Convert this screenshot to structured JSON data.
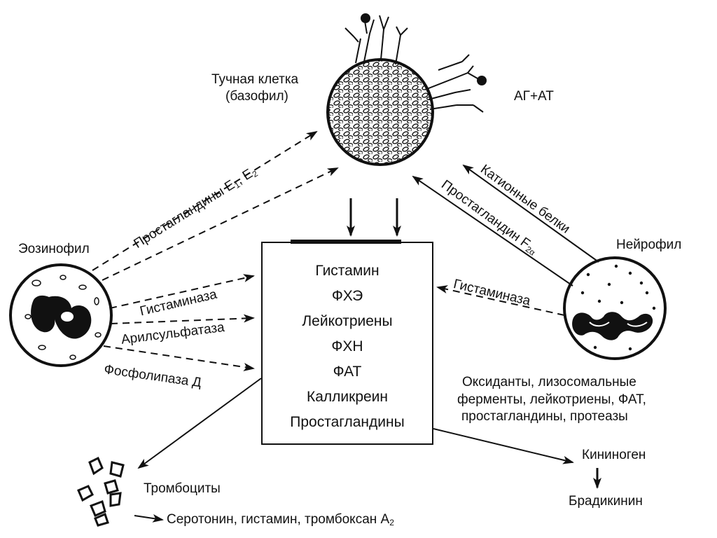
{
  "mast_cell": {
    "title": "Тучная клетка",
    "subtitle": "(базофил)"
  },
  "antigen_antibody": "АГ+АТ",
  "eosinophil": {
    "title": "Эозинофил"
  },
  "neutrophil": {
    "title": "Нейрофил"
  },
  "center_box": {
    "items": [
      "Гистамин",
      "ФХЭ",
      "Лейкотриены",
      "ФХН",
      "ФАТ",
      "Калликреин",
      "Простагландины"
    ]
  },
  "left_arrows": {
    "prostaglandins": {
      "text": "Простагландины Е",
      "sub1": "1",
      "sep": ", Е",
      "sub2": "2"
    },
    "histaminase": "Гистаминаза",
    "arylsulfatase": "Арилсульфатаза",
    "phospholipase": "Фосфолипаза Д"
  },
  "right_arrows": {
    "cationic": "Катионные белки",
    "prostaglandin_f": {
      "text": "Простагландин F",
      "sub": "2α"
    },
    "histaminase": "Гистаминаза"
  },
  "neutrophil_products": {
    "line1": "Оксиданты, лизосомальные",
    "line2": "ферменты, лейкотриены, ФАТ,",
    "line3": "простагландины, протеазы"
  },
  "kininogen": "Кининоген",
  "bradykinin": "Брадикинин",
  "platelets": {
    "title": "Тромбоциты",
    "products": "Серотонин, гистамин, тромбоксан А",
    "products_sub": "2"
  }
}
